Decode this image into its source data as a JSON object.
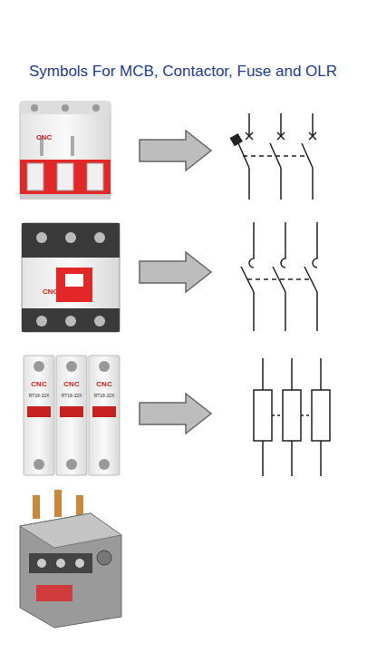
{
  "diagram": {
    "title": "Symbols For MCB, Contactor, Fuse and OLR",
    "labels": [
      "CNC",
      "CNC",
      "CNC",
      "CNC",
      "CNC",
      "RT18-32X",
      "RT18-32X",
      "RT18-32X"
    ]
  }
}
